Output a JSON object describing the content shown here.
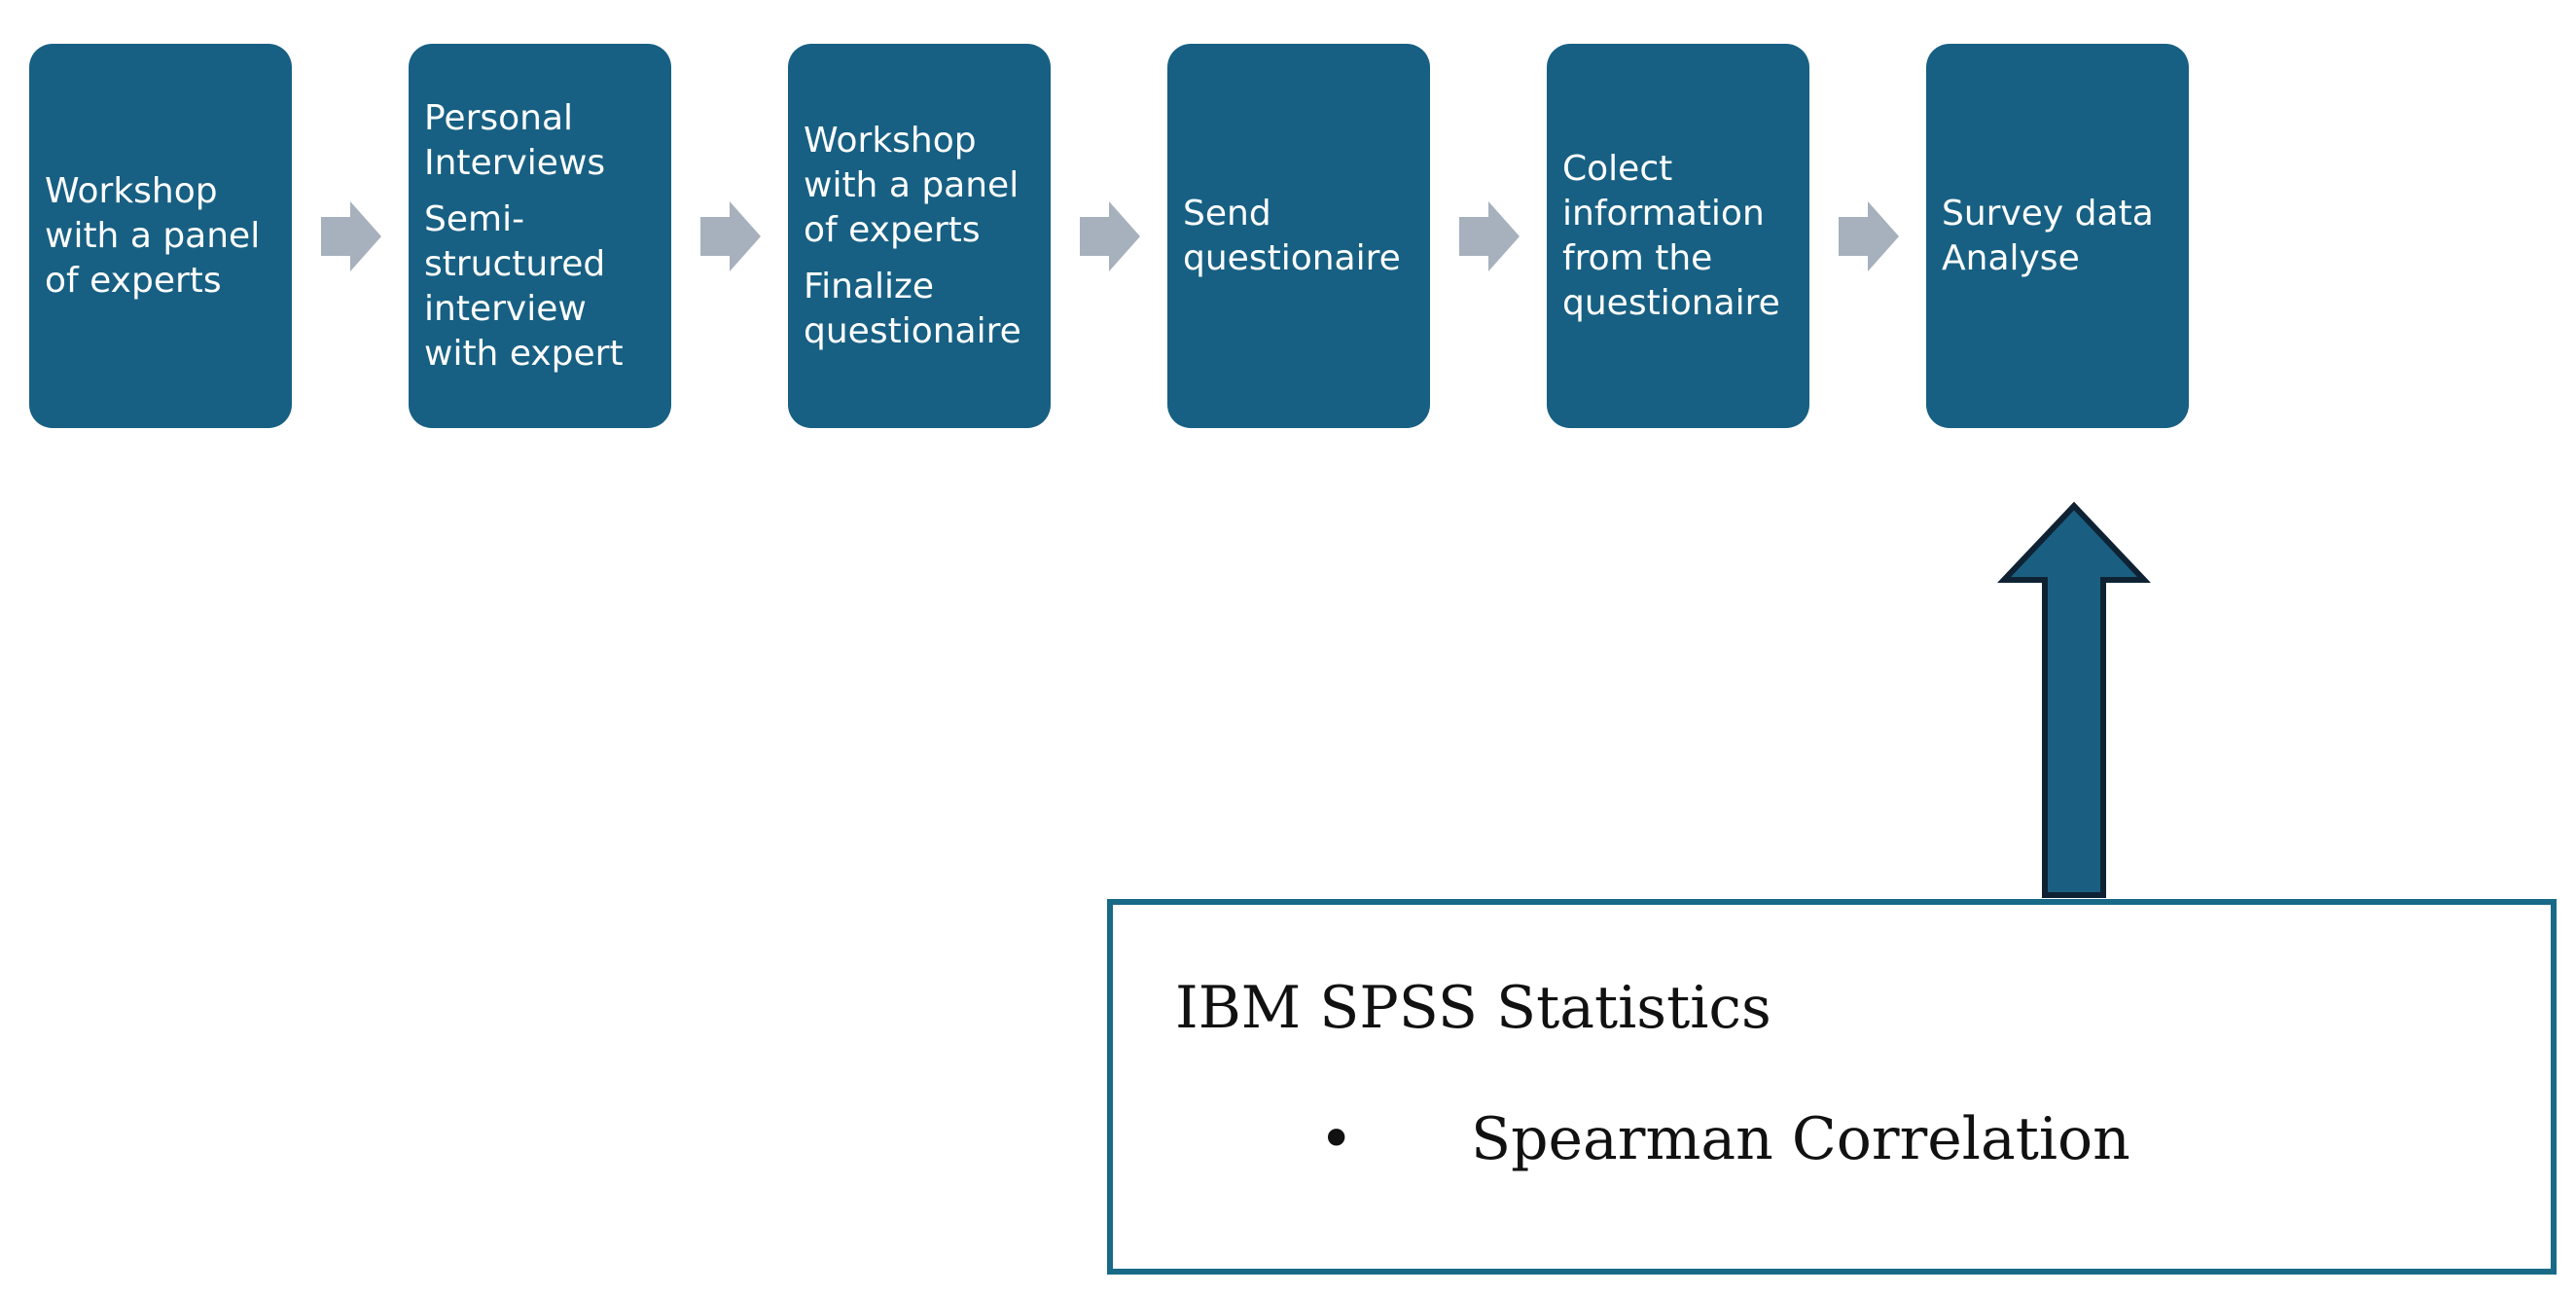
{
  "colors": {
    "step_fill": "#176083",
    "flow_arrow": "#a7b1bd",
    "up_arrow_fill": "#1a5f82",
    "up_arrow_outline": "#0f2233",
    "tool_box_border": "#186a87"
  },
  "steps": [
    {
      "paragraphs": [
        [
          "Workshop",
          "with a panel",
          "of experts"
        ]
      ]
    },
    {
      "paragraphs": [
        [
          "Personal",
          "Interviews"
        ],
        [
          "Semi-",
          "structured",
          "interview",
          "with expert"
        ]
      ]
    },
    {
      "paragraphs": [
        [
          "Workshop",
          "with a panel",
          "of experts"
        ],
        [
          "Finalize",
          "questionaire"
        ]
      ]
    },
    {
      "paragraphs": [
        [
          "Send",
          "questionaire"
        ]
      ]
    },
    {
      "paragraphs": [
        [
          "Colect",
          "information",
          "from the",
          "questionaire"
        ]
      ]
    },
    {
      "paragraphs": [
        [
          "Survey data",
          "Analyse"
        ]
      ]
    }
  ],
  "tool_box": {
    "title": "IBM SPSS Statistics",
    "bullet": "•",
    "item": "Spearman Correlation"
  }
}
